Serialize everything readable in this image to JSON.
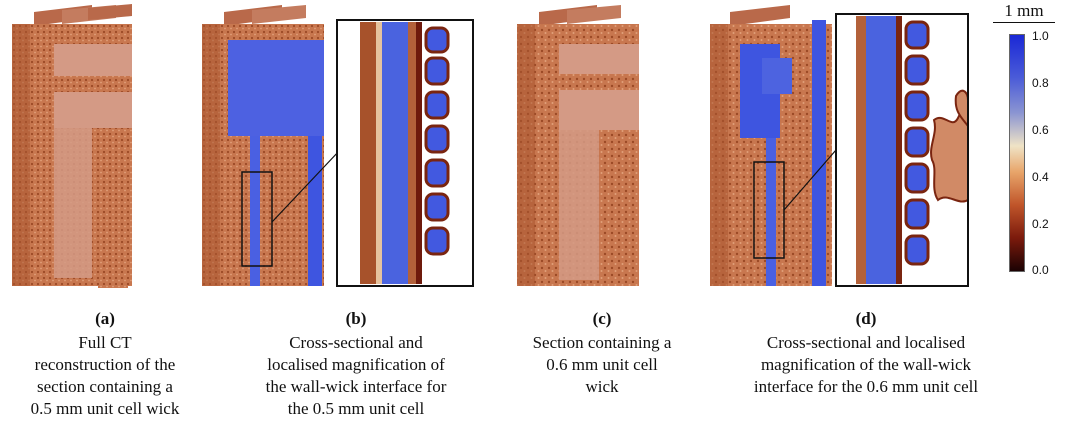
{
  "panels": [
    {
      "letter": "(a)",
      "caption": "Full CT\nreconstruction of the\nsection containing a\n0.5 mm unit cell wick"
    },
    {
      "letter": "(b)",
      "caption": "Cross-sectional and\nlocalised magnification of\nthe wall-wick interface for\nthe 0.5 mm unit cell"
    },
    {
      "letter": "(c)",
      "caption": "Section containing a\n0.6 mm unit cell\nwick"
    },
    {
      "letter": "(d)",
      "caption": "Cross-sectional and localised\nmagnification of the wall-wick\ninterface for the 0.6 mm unit cell"
    }
  ],
  "scale_bar": {
    "label": "1 mm"
  },
  "colorbar": {
    "ticks": [
      "1.0",
      "0.8",
      "0.6",
      "0.4",
      "0.2",
      "0.0"
    ],
    "colors": [
      "#1a28d6",
      "#8b95d2",
      "#efe3c6",
      "#e8a56a",
      "#c0552a",
      "#1b0203"
    ]
  },
  "colors": {
    "wick_copper": "#c8774f",
    "wick_dark": "#8e3a1c",
    "wall_pink": "#d49a85",
    "cross_section_blue": "#3e55e0",
    "magnifier_box": "#111111"
  }
}
